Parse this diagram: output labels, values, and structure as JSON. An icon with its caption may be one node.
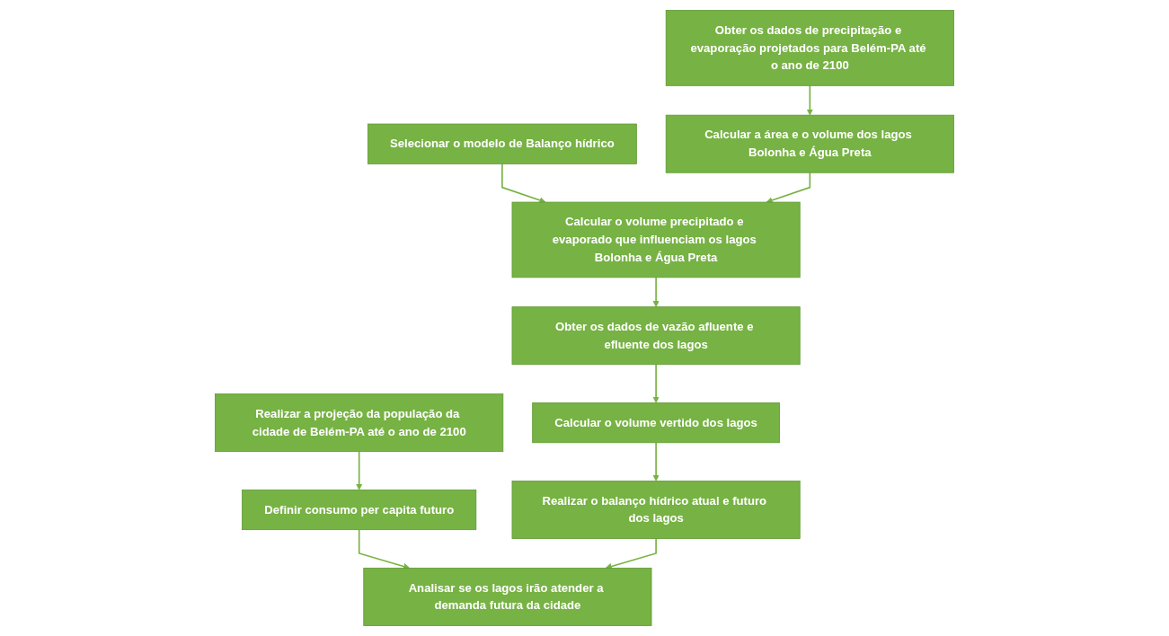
{
  "diagram": {
    "nodes": [
      {
        "text": [
          "Selecionar o modelo de Balanço hídrico"
        ]
      },
      {
        "text": [
          "Calcular o volume precipitado e evaporado que influenciam os lagos Bolonha e Água Preta"
        ]
      },
      {
        "text": [
          "Calcular a área e o volume dos lagos Bolonha e Água Preta"
        ]
      },
      {
        "text": [
          "Obter os dados de precipitação e evaporação projetados para Belém-PA até o ano de 2100"
        ]
      },
      {
        "text": [
          "Obter os dados de vazão afluente e efluente dos lagos"
        ]
      },
      {
        "text": [
          "Calcular o volume vertido dos lagos"
        ]
      },
      {
        "text": [
          "Realizar o balanço hídrico atual e futuro dos lagos"
        ]
      },
      {
        "text": [
          "Realizar a projeção da população da cidade de Belém-PA até o ano de 2100"
        ]
      },
      {
        "text": [
          "Definir consumo per capita futuro"
        ]
      },
      {
        "text": [
          "Analisar se os lagos irão atender a demanda futura da cidade"
        ]
      }
    ],
    "edges": [
      {
        "from": 0,
        "to": 1,
        "arrow": "to"
      },
      {
        "from": 3,
        "to": 2,
        "arrow": "to"
      },
      {
        "from": 2,
        "to": 1,
        "arrow": "to"
      },
      {
        "from": 1,
        "to": 4,
        "arrow": "to"
      },
      {
        "from": 4,
        "to": 5,
        "arrow": "to"
      },
      {
        "from": 5,
        "to": 6,
        "arrow": "to"
      },
      {
        "from": 7,
        "to": 8,
        "arrow": "to"
      },
      {
        "from": 8,
        "to": 9,
        "arrow": "to"
      },
      {
        "from": 6,
        "to": 9,
        "arrow": "to"
      }
    ]
  }
}
